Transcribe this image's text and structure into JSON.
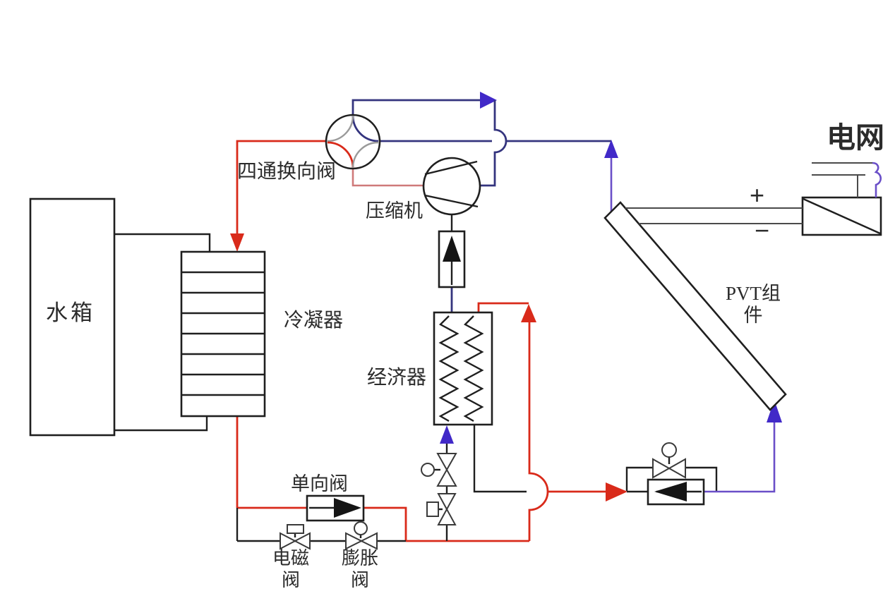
{
  "labels": {
    "four_way_valve": "四通换向阀",
    "compressor": "压缩机",
    "water_tank": "水箱",
    "condenser": "冷凝器",
    "economizer": "经济器",
    "check_valve": "单向阀",
    "solenoid_valve": "电磁\n阀",
    "expansion_valve": "膨胀\n阀",
    "pvt_module": "PVT组\n件",
    "power_grid": "电网",
    "plus_sign": "+",
    "minus_sign": "−"
  },
  "colors": {
    "hot_line": "#d92a1a",
    "cold_line": "#34347e",
    "suction_line": "#cf7a7a",
    "purple_line": "#6a4fc8",
    "arrow_blue": "#4129c8",
    "outline": "#1f1f1f",
    "gray_arc": "#9a9a9a"
  }
}
